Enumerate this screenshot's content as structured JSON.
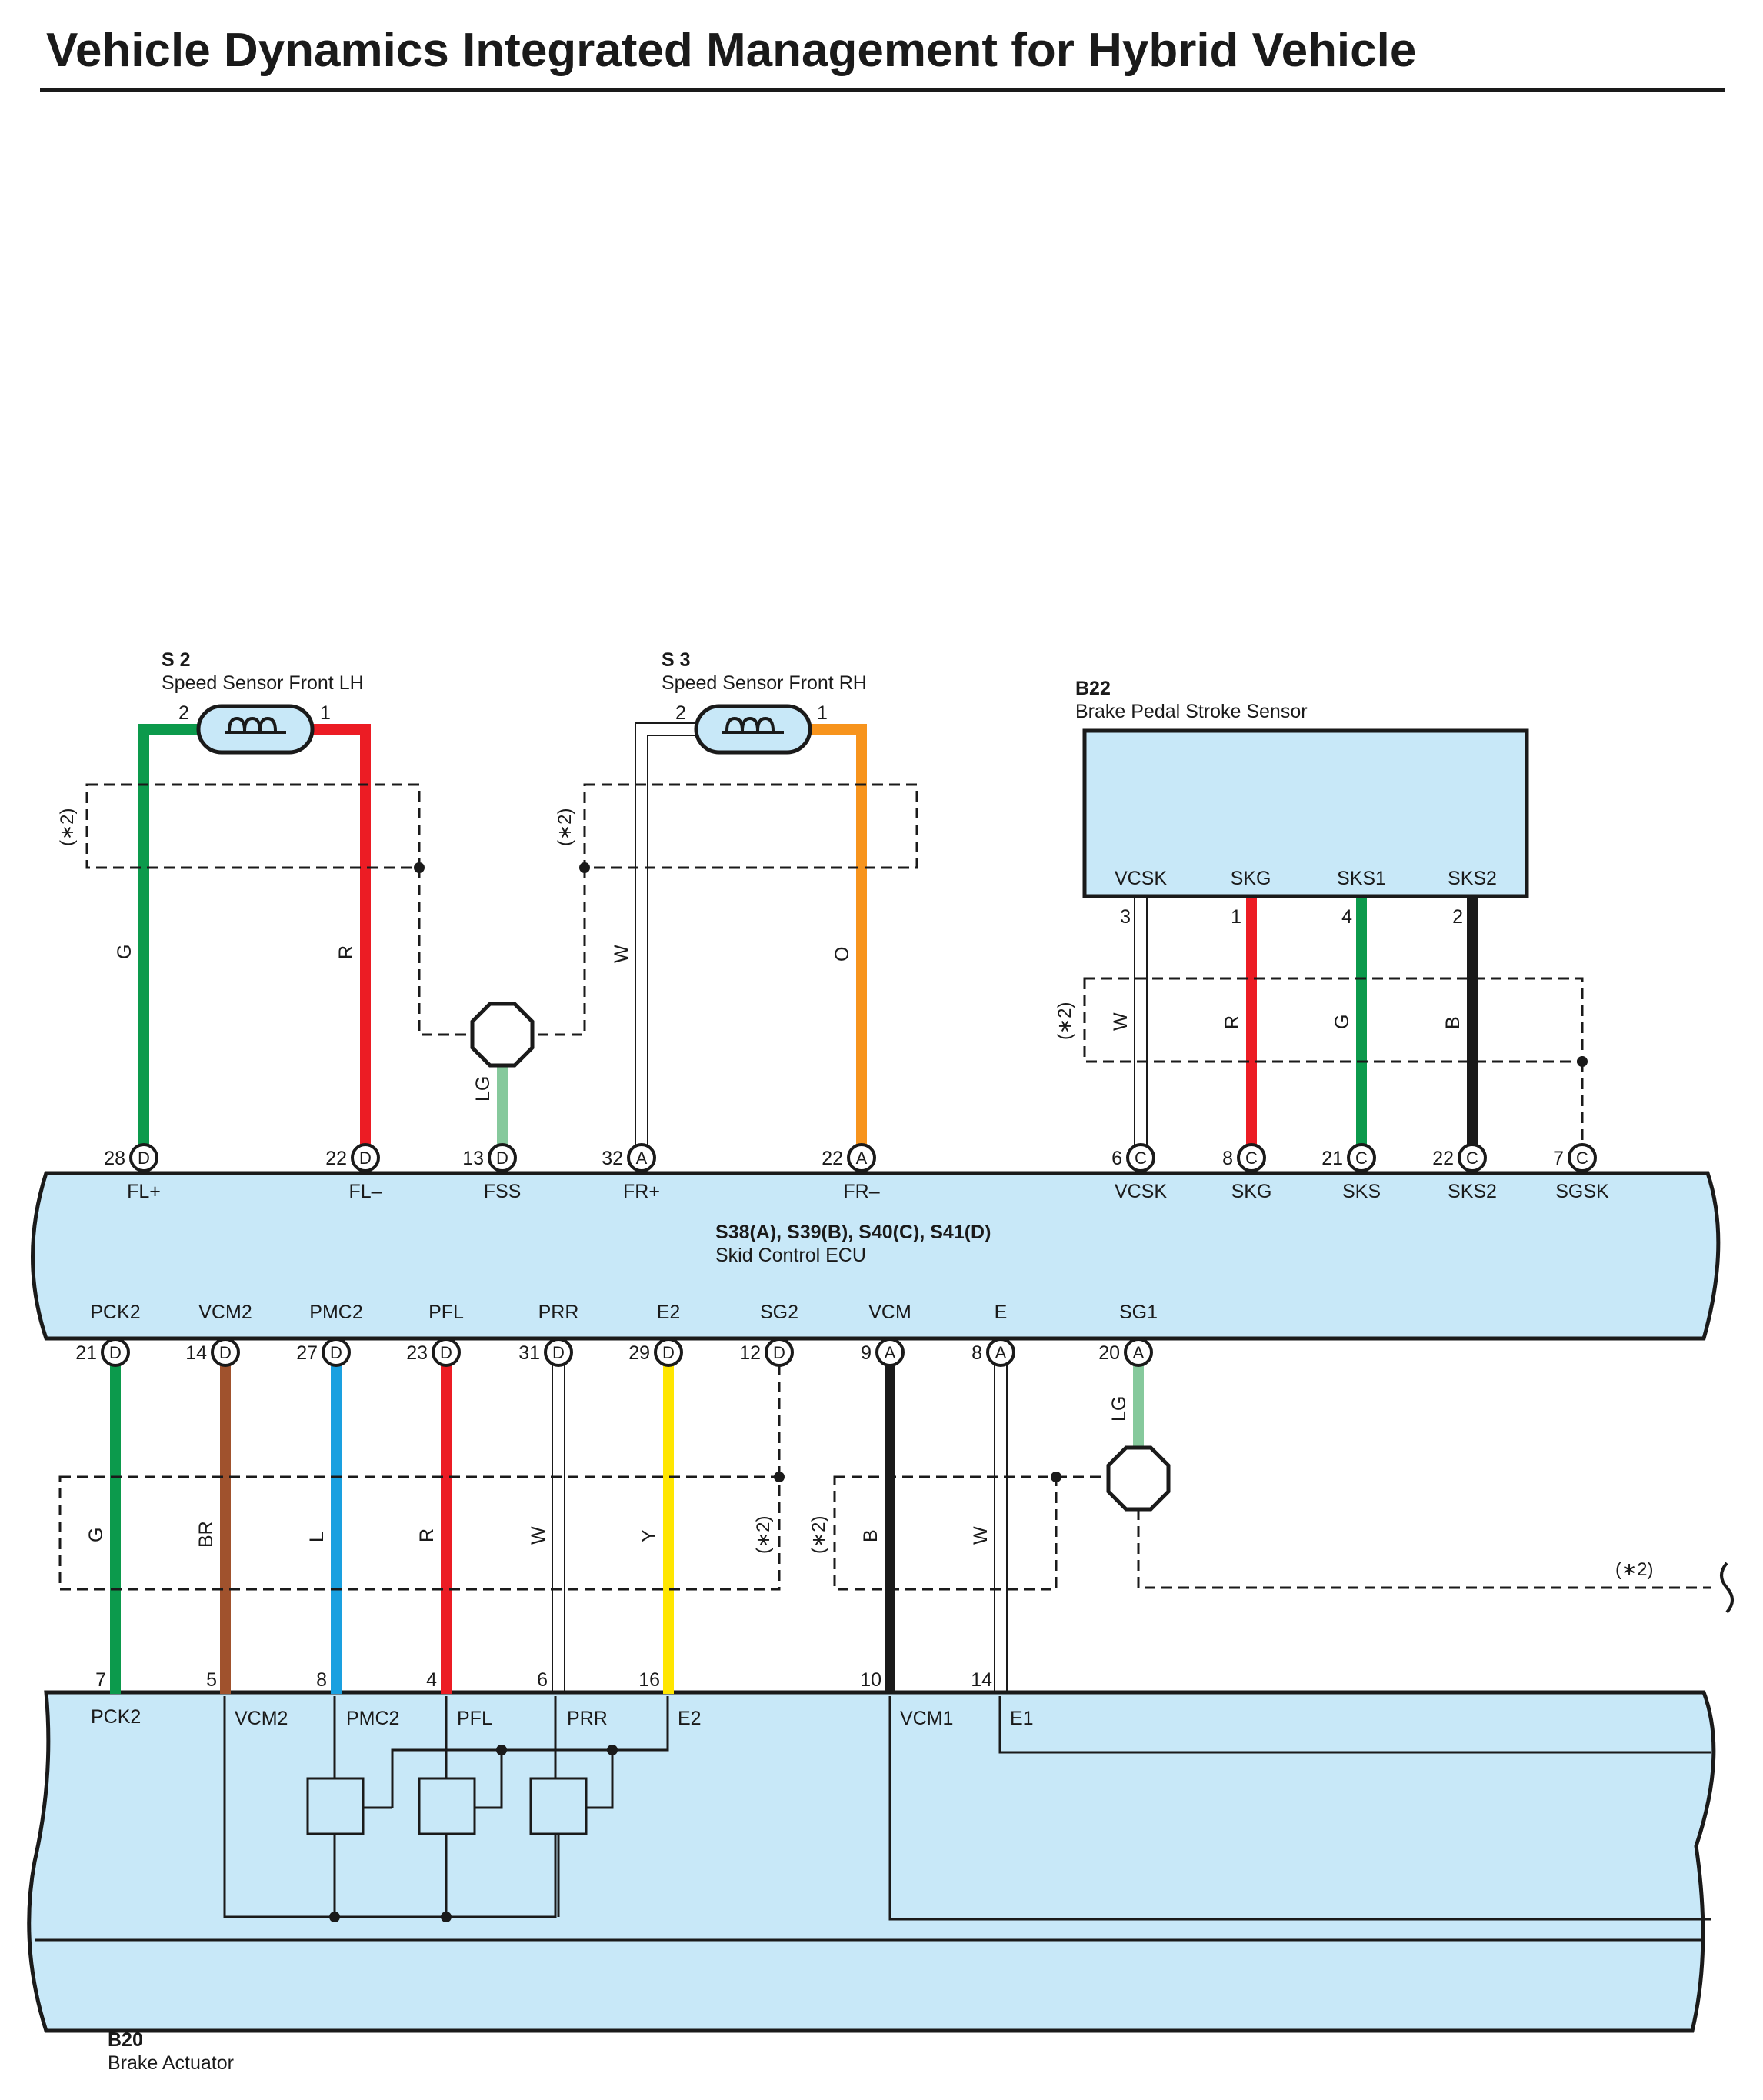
{
  "title": "Vehicle Dynamics Integrated Management for Hybrid Vehicle",
  "colors": {
    "G": "#0c9a4c",
    "R": "#ec1c24",
    "O": "#f7941d",
    "LG": "#86c99c",
    "W": "#ffffff",
    "B": "#1a1a1a",
    "BR": "#a0522d",
    "L": "#1aa0e0",
    "Y": "#ffe600",
    "panel": "#c8e8f8"
  },
  "components": {
    "s2": {
      "code": "S 2",
      "name": "Speed Sensor Front LH",
      "pin_left": "2",
      "pin_right": "1"
    },
    "s3": {
      "code": "S 3",
      "name": "Speed Sensor Front RH",
      "pin_left": "2",
      "pin_right": "1"
    },
    "b22": {
      "code": "B22",
      "name": "Brake Pedal Stroke Sensor",
      "terminals": [
        "VCSK",
        "SKG",
        "SKS1",
        "SKS2"
      ],
      "pins": [
        "3",
        "1",
        "4",
        "2"
      ]
    },
    "ecu": {
      "code": "S38(A), S39(B), S40(C), S41(D)",
      "name": "Skid Control ECU"
    },
    "b20": {
      "code": "B20",
      "name": "Brake Actuator"
    }
  },
  "shield_label": "(∗2)",
  "ecu_top": [
    {
      "pin": "28",
      "conn": "D",
      "term": "FL+"
    },
    {
      "pin": "22",
      "conn": "D",
      "term": "FL–"
    },
    {
      "pin": "13",
      "conn": "D",
      "term": "FSS"
    },
    {
      "pin": "32",
      "conn": "A",
      "term": "FR+"
    },
    {
      "pin": "22",
      "conn": "A",
      "term": "FR–"
    },
    {
      "pin": "6",
      "conn": "C",
      "term": "VCSK"
    },
    {
      "pin": "8",
      "conn": "C",
      "term": "SKG"
    },
    {
      "pin": "21",
      "conn": "C",
      "term": "SKS"
    },
    {
      "pin": "22",
      "conn": "C",
      "term": "SKS2"
    },
    {
      "pin": "7",
      "conn": "C",
      "term": "SGSK"
    }
  ],
  "ecu_bottom": [
    {
      "pin": "21",
      "conn": "D",
      "term": "PCK2"
    },
    {
      "pin": "14",
      "conn": "D",
      "term": "VCM2"
    },
    {
      "pin": "27",
      "conn": "D",
      "term": "PMC2"
    },
    {
      "pin": "23",
      "conn": "D",
      "term": "PFL"
    },
    {
      "pin": "31",
      "conn": "D",
      "term": "PRR"
    },
    {
      "pin": "29",
      "conn": "D",
      "term": "E2"
    },
    {
      "pin": "12",
      "conn": "D",
      "term": "SG2"
    },
    {
      "pin": "9",
      "conn": "A",
      "term": "VCM"
    },
    {
      "pin": "8",
      "conn": "A",
      "term": "E"
    },
    {
      "pin": "20",
      "conn": "A",
      "term": "SG1"
    }
  ],
  "upper_wire_colors": [
    "G",
    "R",
    "LG",
    "W",
    "O",
    "W",
    "R",
    "G",
    "B"
  ],
  "lower_wire_colors": [
    "G",
    "BR",
    "L",
    "R",
    "W",
    "Y",
    "B",
    "W",
    "LG"
  ],
  "actuator_pins": [
    "7",
    "5",
    "8",
    "4",
    "6",
    "16",
    "10",
    "14"
  ],
  "actuator_terms": [
    "PCK2",
    "VCM2",
    "PMC2",
    "PFL",
    "PRR",
    "E2",
    "VCM1",
    "E1"
  ]
}
